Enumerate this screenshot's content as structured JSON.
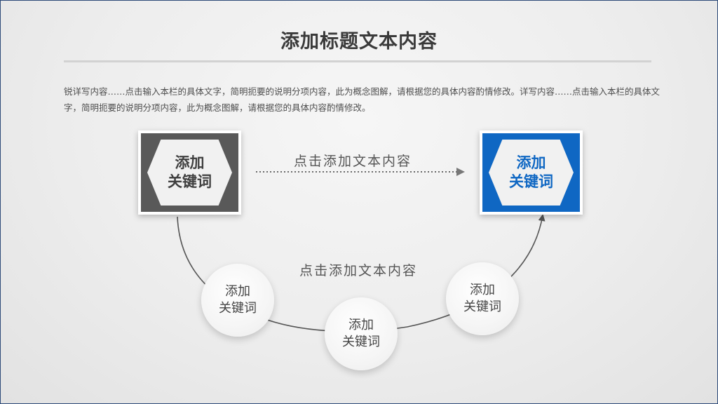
{
  "title": "添加标题文本内容",
  "body": {
    "paragraph": "锐详写内容……点击输入本栏的具体文字，简明扼要的说明分项内容，此为概念图解，请根据您的具体内容酌情修改。详写内容……点击输入本栏的具体文字，简明扼要的说明分项内容，此为概念图解，请根据您的具体内容酌情修改。"
  },
  "diagram": {
    "start_box": {
      "line1": "添加",
      "line2": "关键词"
    },
    "end_box": {
      "line1": "添加",
      "line2": "关键词"
    },
    "top_arrow_label": "点击添加文本内容",
    "arc_label": "点击添加文本内容",
    "nodes": [
      {
        "line1": "添加",
        "line2": "关键词"
      },
      {
        "line1": "添加",
        "line2": "关键词"
      },
      {
        "line1": "添加",
        "line2": "关键词"
      }
    ]
  },
  "colors": {
    "dark_box": "#595959",
    "blue_box": "#0f67c3",
    "title_text": "#3a3a3a"
  }
}
